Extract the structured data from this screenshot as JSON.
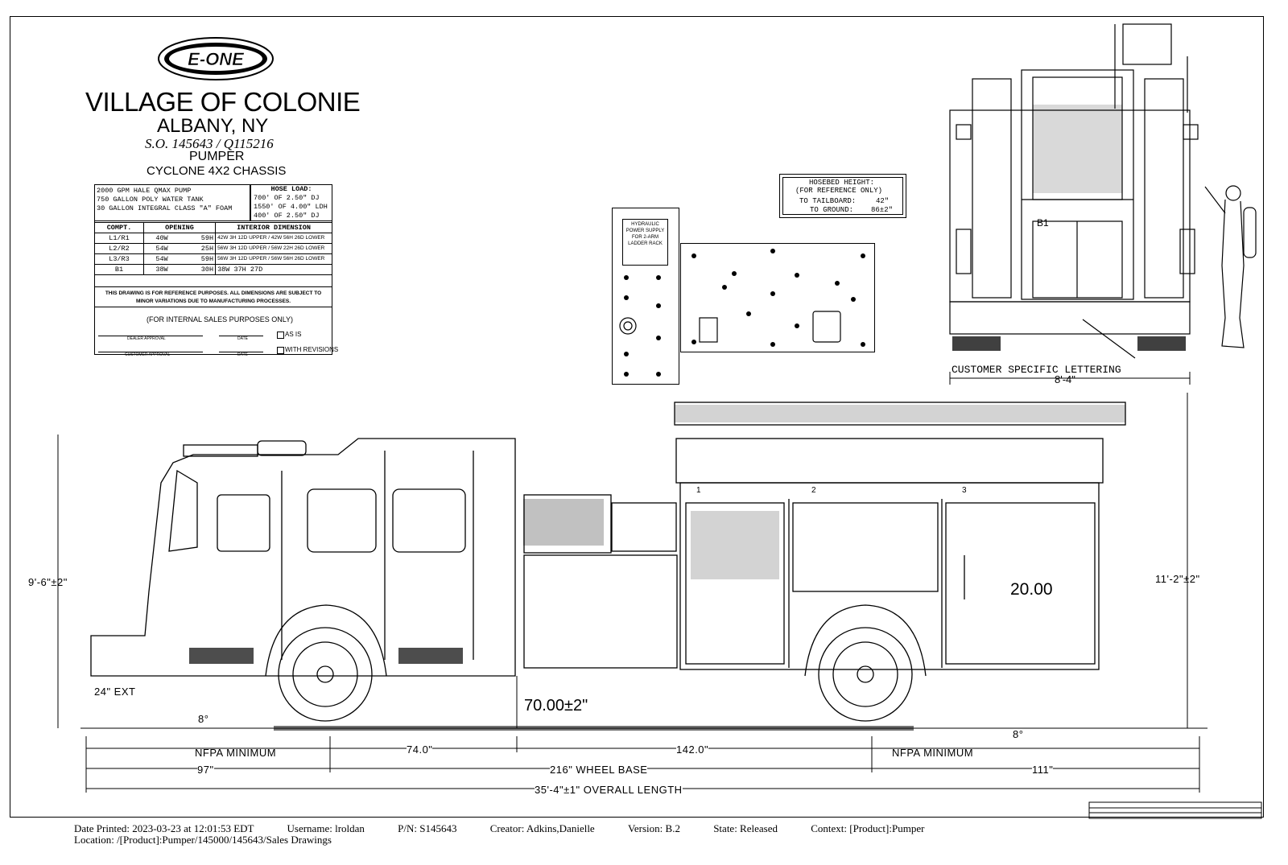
{
  "logo_text": "E-ONE",
  "title": {
    "line1": "VILLAGE OF COLONIE",
    "line2": "ALBANY, NY",
    "line3": "S.O. 145643 / Q115216",
    "line4": "PUMPER",
    "line5": "CYCLONE 4X2 CHASSIS"
  },
  "specs": {
    "equipment": [
      "2000 GPM HALE QMAX PUMP",
      "750 GALLON POLY WATER TANK",
      "30 GALLON INTEGRAL CLASS \"A\" FOAM"
    ],
    "hose_load_title": "HOSE LOAD:",
    "hose_load": [
      "700' OF 2.50\" DJ",
      "1550' OF 4.00\" LDH",
      "400' OF 2.50\" DJ"
    ],
    "headers": [
      "COMPT.",
      "OPENING",
      "INTERIOR DIMENSION"
    ],
    "rows": [
      {
        "compt": "L1/R1",
        "w": "40W",
        "h": "59H",
        "dims": "42W  3H  12D  UPPER / 42W  56H  26D  LOWER"
      },
      {
        "compt": "L2/R2",
        "w": "54W",
        "h": "25H",
        "dims": "56W  3H  12D  UPPER / 56W  22H  26D  LOWER"
      },
      {
        "compt": "L3/R3",
        "w": "54W",
        "h": "59H",
        "dims": "56W  3H  12D  UPPER / 56W  56H  26D  LOWER"
      },
      {
        "compt": "B1",
        "w": "38W",
        "h": "30H",
        "dims": "38W  37H  27D"
      }
    ],
    "disclaimer": "THIS DRAWING IS FOR REFERENCE PURPOSES. ALL DIMENSIONS ARE SUBJECT TO MINOR VARIATIONS DUE TO MANUFACTURING PROCESSES.",
    "internal": "(FOR INTERNAL SALES PURPOSES ONLY)",
    "dealer_approval": "DEALER APPROVAL",
    "customer_approval": "CUSTOMER APPROVAL",
    "date": "DATE",
    "as_is": "AS IS",
    "with_revisions": "WITH REVISIONS"
  },
  "hosebed": {
    "title": "HOSEBED HEIGHT:",
    "subtitle": "(FOR REFERENCE ONLY)",
    "tailboard_label": "TO TAILBOARD:",
    "tailboard_value": "42\"",
    "ground_label": "TO GROUND:",
    "ground_value": "86±2\""
  },
  "hydraulic_label": "HYDRAULIC POWER SUPPLY FOR 2-ARM LADDER RACK",
  "rear_view": {
    "compartment": "B1",
    "lettering": "CUSTOMER SPECIFIC LETTERING",
    "width": "8'-4\""
  },
  "side_view": {
    "height_left": "9'-6\"±2\"",
    "height_right": "11'-2\"±2\"",
    "ext": "24\" EXT",
    "angle_left": "8°",
    "angle_right": "8°",
    "dim_20": "20.00",
    "dim_70": "70.00±2\"",
    "comp_num_1": "1",
    "comp_num_2": "2",
    "comp_num_3": "3"
  },
  "dimensions": {
    "nfpa_left": "NFPA MINIMUM",
    "nfpa_right": "NFPA MINIMUM",
    "d74": "74.0\"",
    "d142": "142.0\"",
    "d97": "97\"",
    "wheelbase": "216\" WHEEL BASE",
    "d111": "111\"",
    "overall": "35'-4\"±1\" OVERALL LENGTH"
  },
  "footer": {
    "date_printed": "Date Printed: 2023-03-23 at 12:01:53 EDT",
    "username": "Username: lroldan",
    "pn": "P/N: S145643",
    "creator": "Creator: Adkins,Danielle",
    "version": "Version: B.2",
    "state": "State: Released",
    "context": "Context: [Product]:Pumper",
    "location": "Location: /[Product]:Pumper/145000/145643/Sales Drawings"
  }
}
